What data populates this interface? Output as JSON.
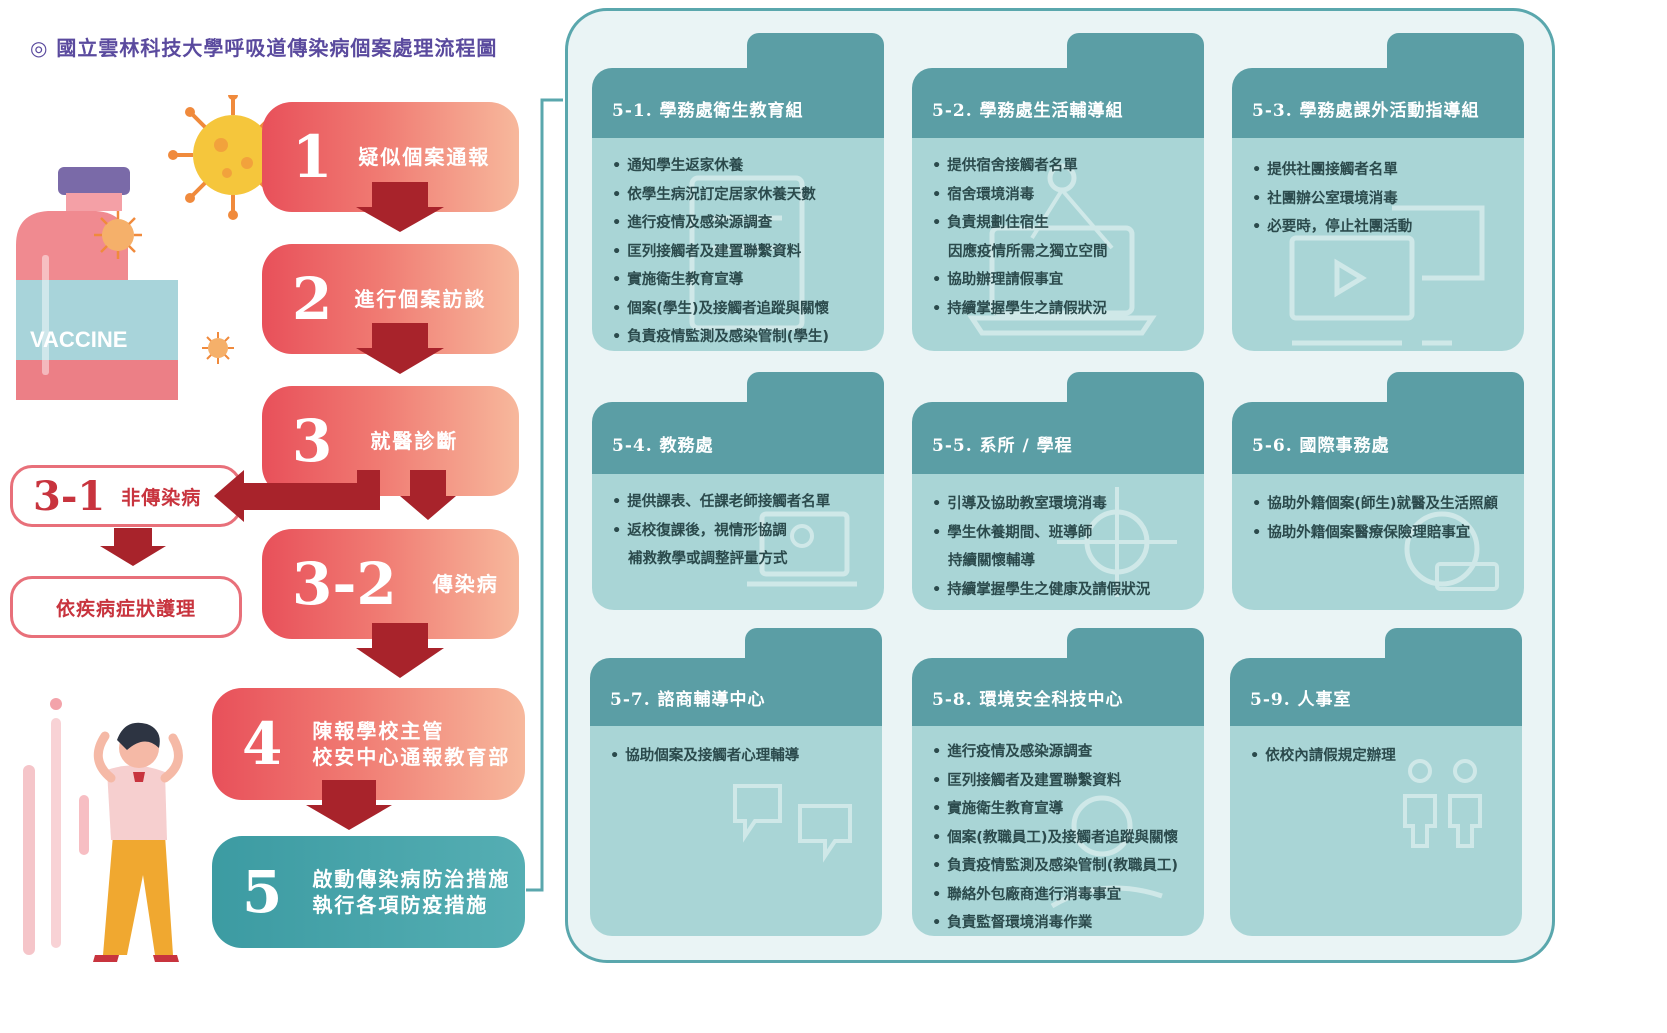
{
  "title": "◎ 國立雲林科技大學呼吸道傳染病個案處理流程圖",
  "vaccine_label": "VACCINE",
  "steps": [
    {
      "num": "1",
      "text": "疑似個案通報"
    },
    {
      "num": "2",
      "text": "進行個案訪談"
    },
    {
      "num": "3",
      "text": "就醫診斷"
    },
    {
      "num": "3-2",
      "text": "傳染病"
    },
    {
      "num": "4",
      "line1": "陳報學校主管",
      "line2": "校安中心通報教育部"
    },
    {
      "num": "5",
      "line1": "啟動傳染病防治措施",
      "line2": "執行各項防疫措施"
    }
  ],
  "branch": {
    "num": "3-1",
    "text": "非傳染病",
    "result": "依疾病症狀護理"
  },
  "cards": [
    {
      "title": "5-1. 學務處衛生教育組",
      "items": [
        "通知學生返家休養",
        "依學生病況訂定居家休養天數",
        "進行疫情及感染源調查",
        "匡列接觸者及建置聯繫資料",
        "實施衛生教育宣導",
        "個案(學生)及接觸者追蹤與關懷",
        "負責疫情監測及感染管制(學生)"
      ]
    },
    {
      "title": "5-2. 學務處生活輔導組",
      "items": [
        "提供宿舍接觸者名單",
        "宿舍環境消毒",
        "負責規劃住宿生",
        "因應疫情所需之獨立空間",
        "協助辦理請假事宜",
        "持續掌握學生之請假狀況"
      ]
    },
    {
      "title": "5-3. 學務處課外活動指導組",
      "items": [
        "提供社團接觸者名單",
        "社團辦公室環境消毒",
        "必要時，停止社團活動"
      ]
    },
    {
      "title": "5-4. 教務處",
      "items": [
        "提供課表、任課老師接觸者名單",
        "返校復課後，視情形協調",
        "補救教學或調整評量方式"
      ]
    },
    {
      "title": "5-5. 系所 / 學程",
      "items": [
        "引導及協助教室環境消毒",
        "學生休養期間、班導師",
        "持續關懷輔導",
        "持續掌握學生之健康及請假狀況"
      ]
    },
    {
      "title": "5-6. 國際事務處",
      "items": [
        "協助外籍個案(師生)就醫及生活照顧",
        "協助外籍個案醫療保險理賠事宜"
      ]
    },
    {
      "title": "5-7. 諮商輔導中心",
      "items": [
        "協助個案及接觸者心理輔導"
      ]
    },
    {
      "title": "5-8. 環境安全科技中心",
      "items": [
        "進行疫情及感染源調查",
        "匡列接觸者及建置聯繫資料",
        "實施衛生教育宣導",
        "個案(教職員工)及接觸者追蹤與關懷",
        "負責疫情監測及感染管制(教職員工)",
        "聯絡外包廠商進行消毒事宜",
        "負責監督環境消毒作業"
      ]
    },
    {
      "title": "5-9. 人事室",
      "items": [
        "依校內請假規定辦理"
      ]
    }
  ]
}
